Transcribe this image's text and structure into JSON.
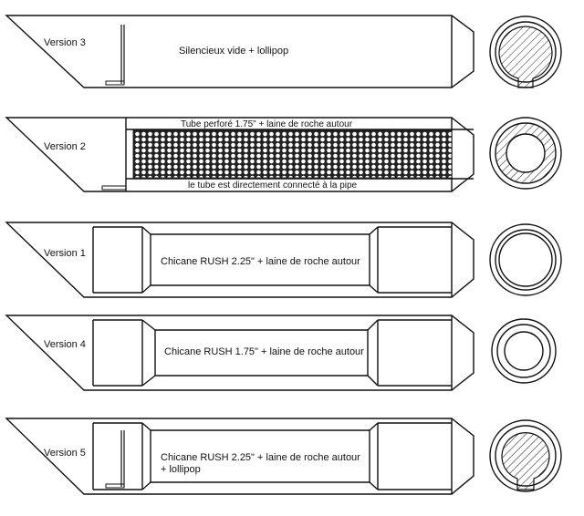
{
  "diagram": {
    "versions": [
      {
        "name": "Version 3",
        "description": [
          "Silencieux vide + lollipop"
        ]
      },
      {
        "name": "Version 2",
        "top_note": "Tube perforé 1.75\" + laine de roche autour",
        "bottom_note": "le tube est directement connecté à la pipe"
      },
      {
        "name": "Version 1",
        "description": [
          "Chicane RUSH 2.25\" + laine de roche autour"
        ]
      },
      {
        "name": "Version 4",
        "description": [
          "Chicane RUSH 1.75\" + laine de roche autour"
        ]
      },
      {
        "name": "Version 5",
        "description": [
          "Chicane RUSH 2.25\" + laine de roche autour",
          "+ lollipop"
        ]
      }
    ]
  },
  "colors": {
    "line": "#111111",
    "background": "#ffffff"
  }
}
